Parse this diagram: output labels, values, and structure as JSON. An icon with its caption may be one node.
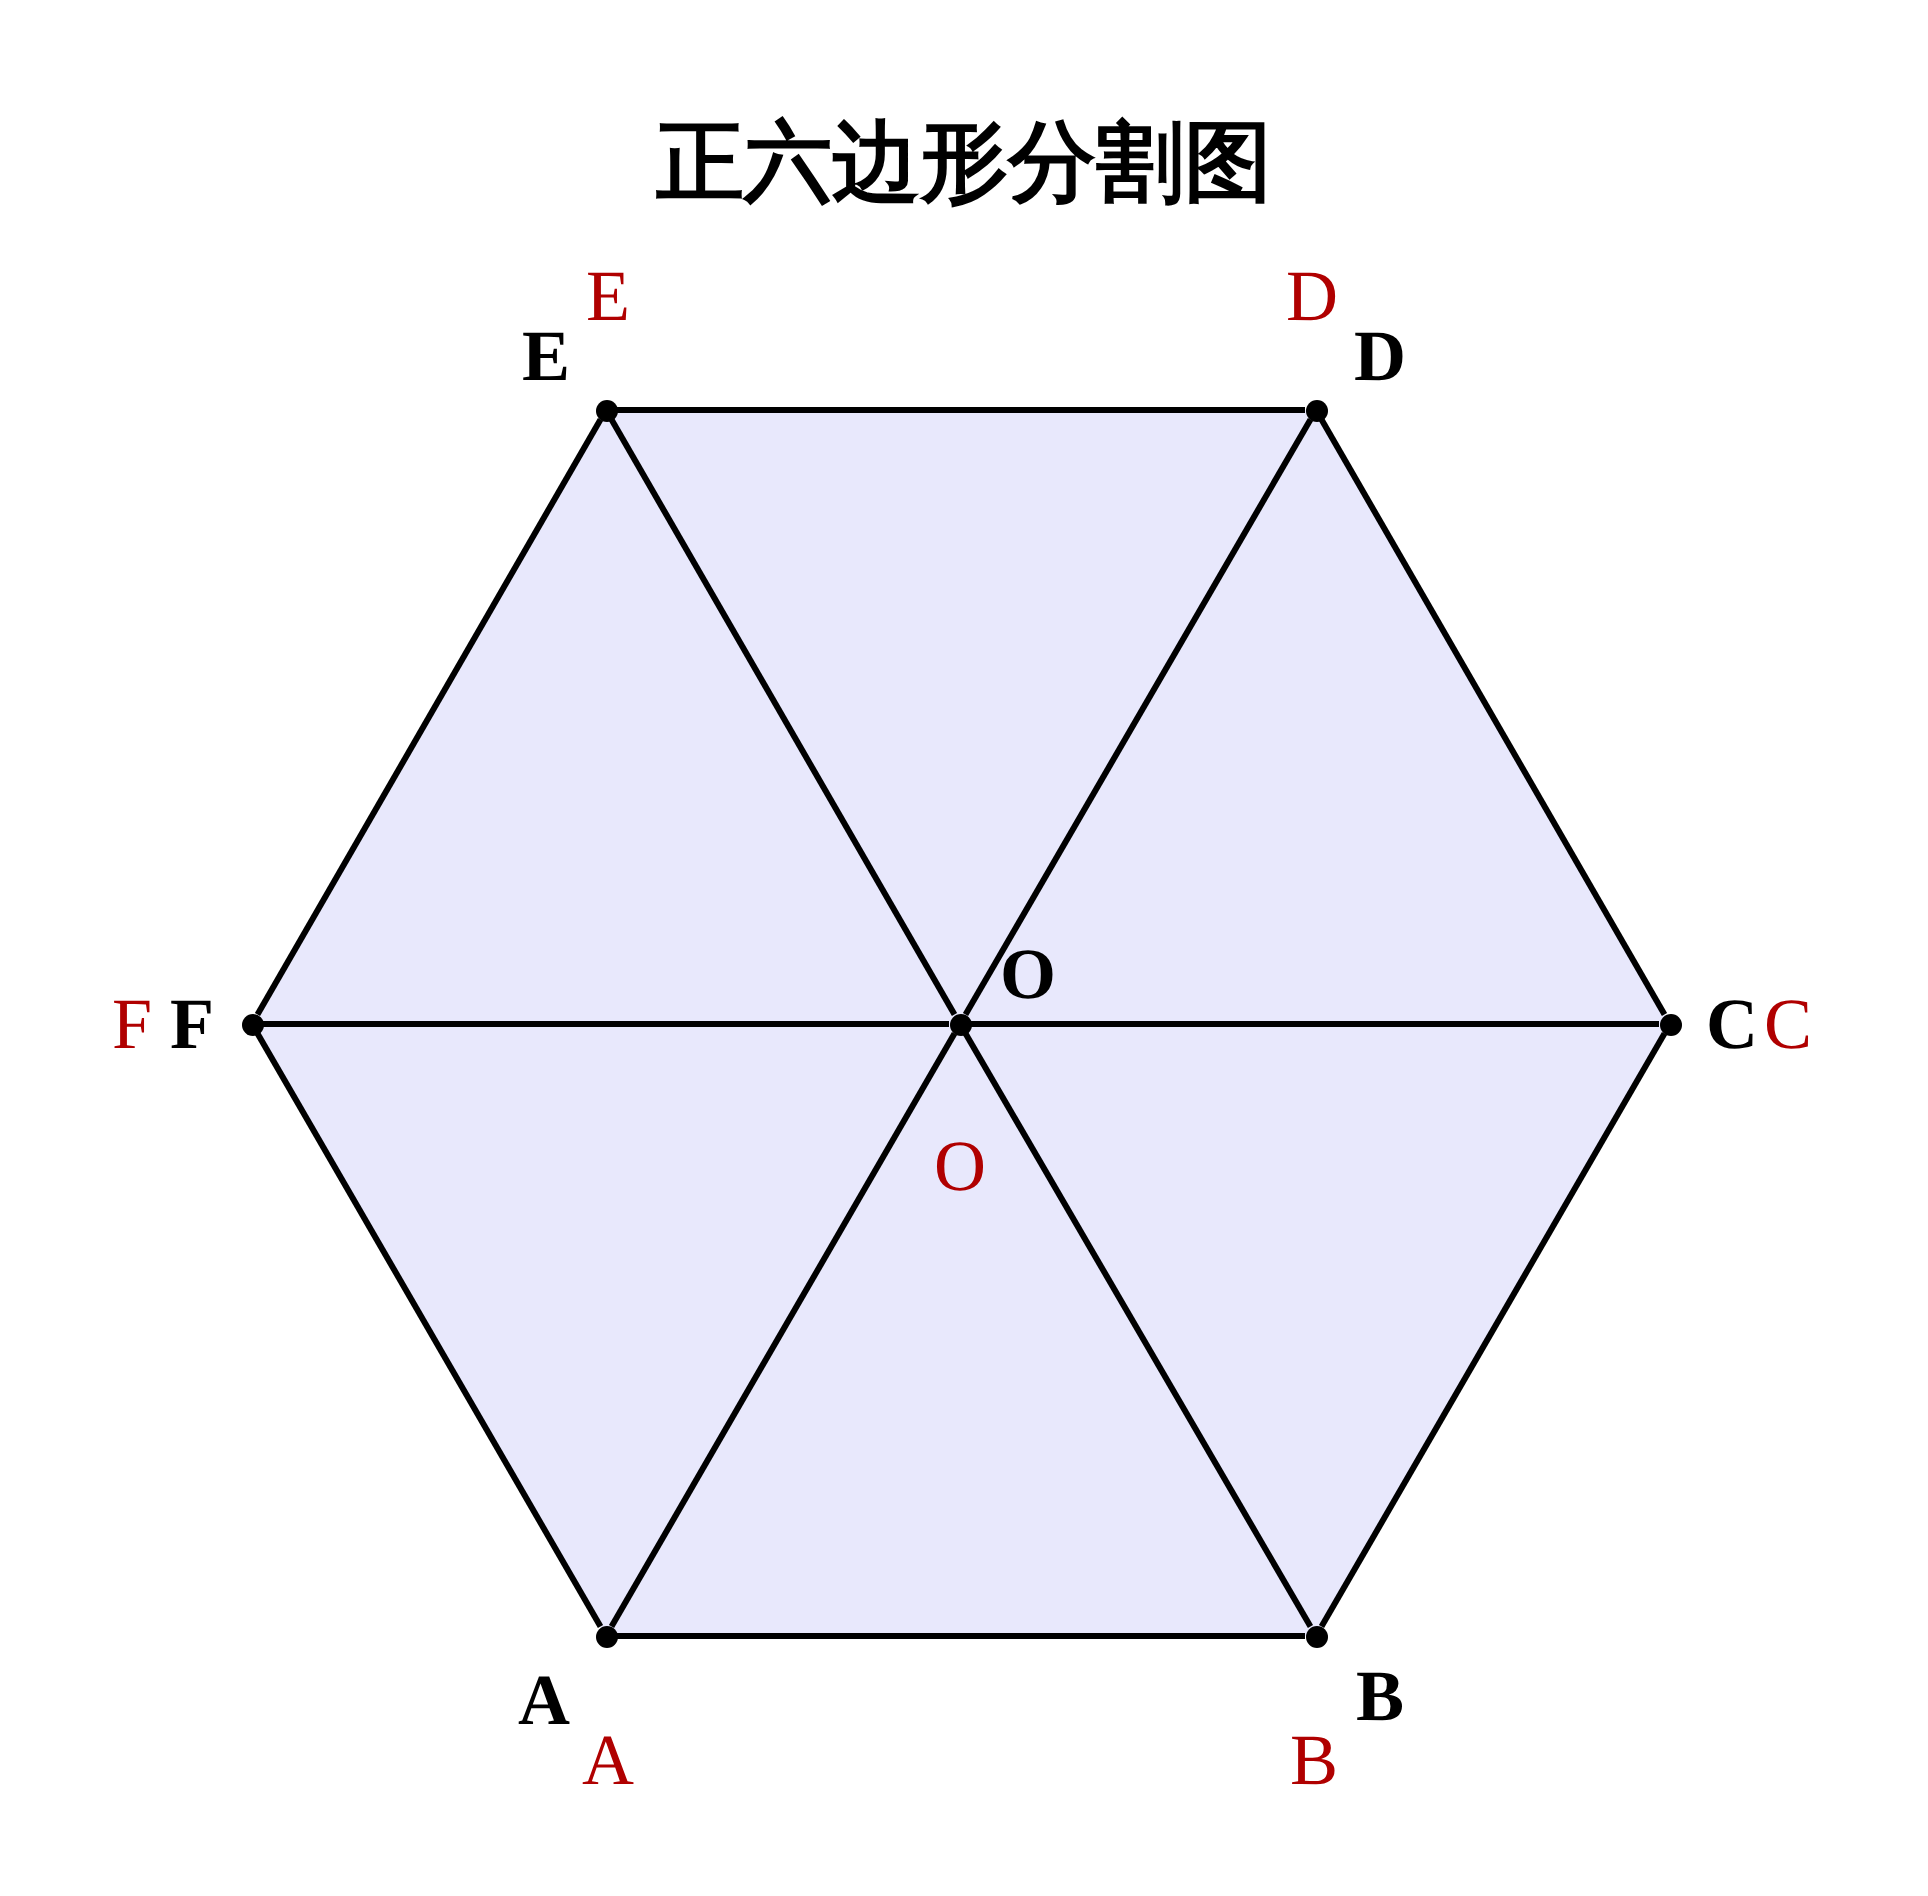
{
  "diagram": {
    "title": "正六边形分割图",
    "nodes": [
      {
        "text": [
          "E"
        ],
        "beside": [
          "E"
        ]
      },
      {
        "text": [
          "D"
        ],
        "beside": [
          "D"
        ]
      },
      {
        "text": [
          "F"
        ],
        "beside": [
          "F"
        ]
      },
      {
        "text": [
          "O"
        ],
        "beside": [
          "O"
        ]
      },
      {
        "text": [
          "C"
        ],
        "beside": [
          "C"
        ]
      },
      {
        "text": [
          "A"
        ],
        "beside": [
          "A"
        ]
      },
      {
        "text": [
          "B"
        ],
        "beside": [
          "B"
        ]
      }
    ],
    "edges": [
      {
        "from": 5,
        "to": 6,
        "arrow": "none"
      },
      {
        "from": 6,
        "to": 4,
        "arrow": "none"
      },
      {
        "from": 4,
        "to": 1,
        "arrow": "none"
      },
      {
        "from": 1,
        "to": 0,
        "arrow": "none"
      },
      {
        "from": 0,
        "to": 2,
        "arrow": "none"
      },
      {
        "from": 2,
        "to": 5,
        "arrow": "none"
      },
      {
        "from": 3,
        "to": 5,
        "arrow": "none"
      },
      {
        "from": 3,
        "to": 6,
        "arrow": "none"
      },
      {
        "from": 3,
        "to": 4,
        "arrow": "none"
      },
      {
        "from": 3,
        "to": 1,
        "arrow": "none"
      },
      {
        "from": 3,
        "to": 0,
        "arrow": "none"
      },
      {
        "from": 3,
        "to": 2,
        "arrow": "none"
      }
    ]
  }
}
